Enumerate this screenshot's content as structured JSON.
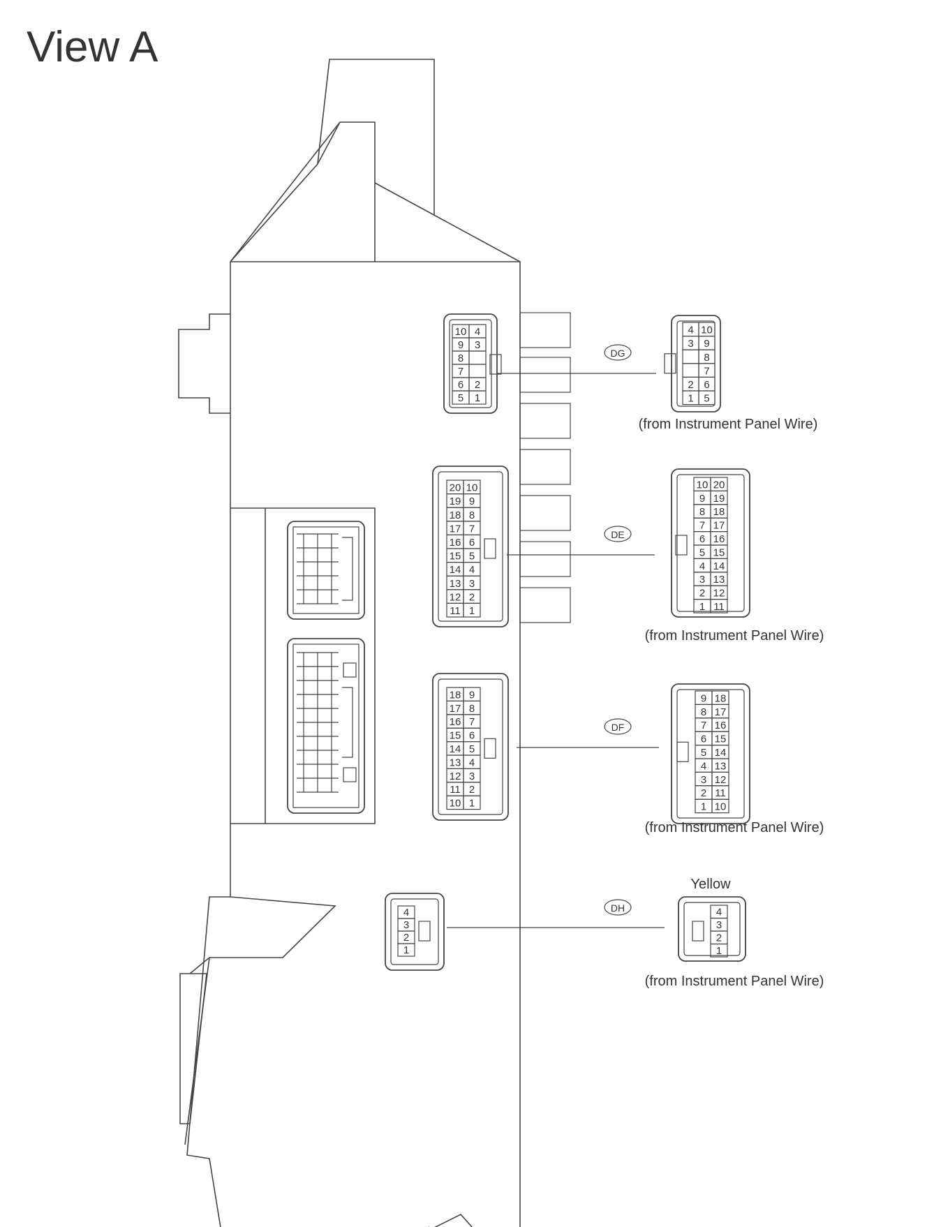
{
  "title": "View A",
  "note_color": "Yellow",
  "connectors": [
    {
      "id": "DG",
      "source": "(from Instrument Panel Wire)",
      "housing_rows": [
        [
          "10",
          "4"
        ],
        [
          "9",
          "3"
        ],
        [
          "8",
          ""
        ],
        [
          "7",
          ""
        ],
        [
          "6",
          "2"
        ],
        [
          "5",
          "1"
        ]
      ],
      "plug_rows": [
        [
          "4",
          "10"
        ],
        [
          "3",
          "9"
        ],
        [
          "",
          "8"
        ],
        [
          "",
          "7"
        ],
        [
          "2",
          "6"
        ],
        [
          "1",
          "5"
        ]
      ]
    },
    {
      "id": "DE",
      "source": "(from Instrument Panel Wire)",
      "housing_rows": [
        [
          "20",
          "10"
        ],
        [
          "19",
          "9"
        ],
        [
          "18",
          "8"
        ],
        [
          "17",
          "7"
        ],
        [
          "16",
          "6"
        ],
        [
          "15",
          "5"
        ],
        [
          "14",
          "4"
        ],
        [
          "13",
          "3"
        ],
        [
          "12",
          "2"
        ],
        [
          "11",
          "1"
        ]
      ],
      "plug_rows": [
        [
          "10",
          "20"
        ],
        [
          "9",
          "19"
        ],
        [
          "8",
          "18"
        ],
        [
          "7",
          "17"
        ],
        [
          "6",
          "16"
        ],
        [
          "5",
          "15"
        ],
        [
          "4",
          "14"
        ],
        [
          "3",
          "13"
        ],
        [
          "2",
          "12"
        ],
        [
          "1",
          "11"
        ]
      ]
    },
    {
      "id": "DF",
      "source": "(from Instrument Panel Wire)",
      "housing_rows": [
        [
          "18",
          "9"
        ],
        [
          "17",
          "8"
        ],
        [
          "16",
          "7"
        ],
        [
          "15",
          "6"
        ],
        [
          "14",
          "5"
        ],
        [
          "13",
          "4"
        ],
        [
          "12",
          "3"
        ],
        [
          "11",
          "2"
        ],
        [
          "10",
          "1"
        ]
      ],
      "plug_rows": [
        [
          "9",
          "18"
        ],
        [
          "8",
          "17"
        ],
        [
          "7",
          "16"
        ],
        [
          "6",
          "15"
        ],
        [
          "5",
          "14"
        ],
        [
          "4",
          "13"
        ],
        [
          "3",
          "12"
        ],
        [
          "2",
          "11"
        ],
        [
          "1",
          "10"
        ]
      ]
    },
    {
      "id": "DH",
      "source": "(from Instrument Panel Wire)",
      "housing_rows": [
        [
          "4"
        ],
        [
          "3"
        ],
        [
          "2"
        ],
        [
          "1"
        ]
      ],
      "plug_rows": [
        [
          "4"
        ],
        [
          "3"
        ],
        [
          "2"
        ],
        [
          "1"
        ]
      ]
    }
  ]
}
